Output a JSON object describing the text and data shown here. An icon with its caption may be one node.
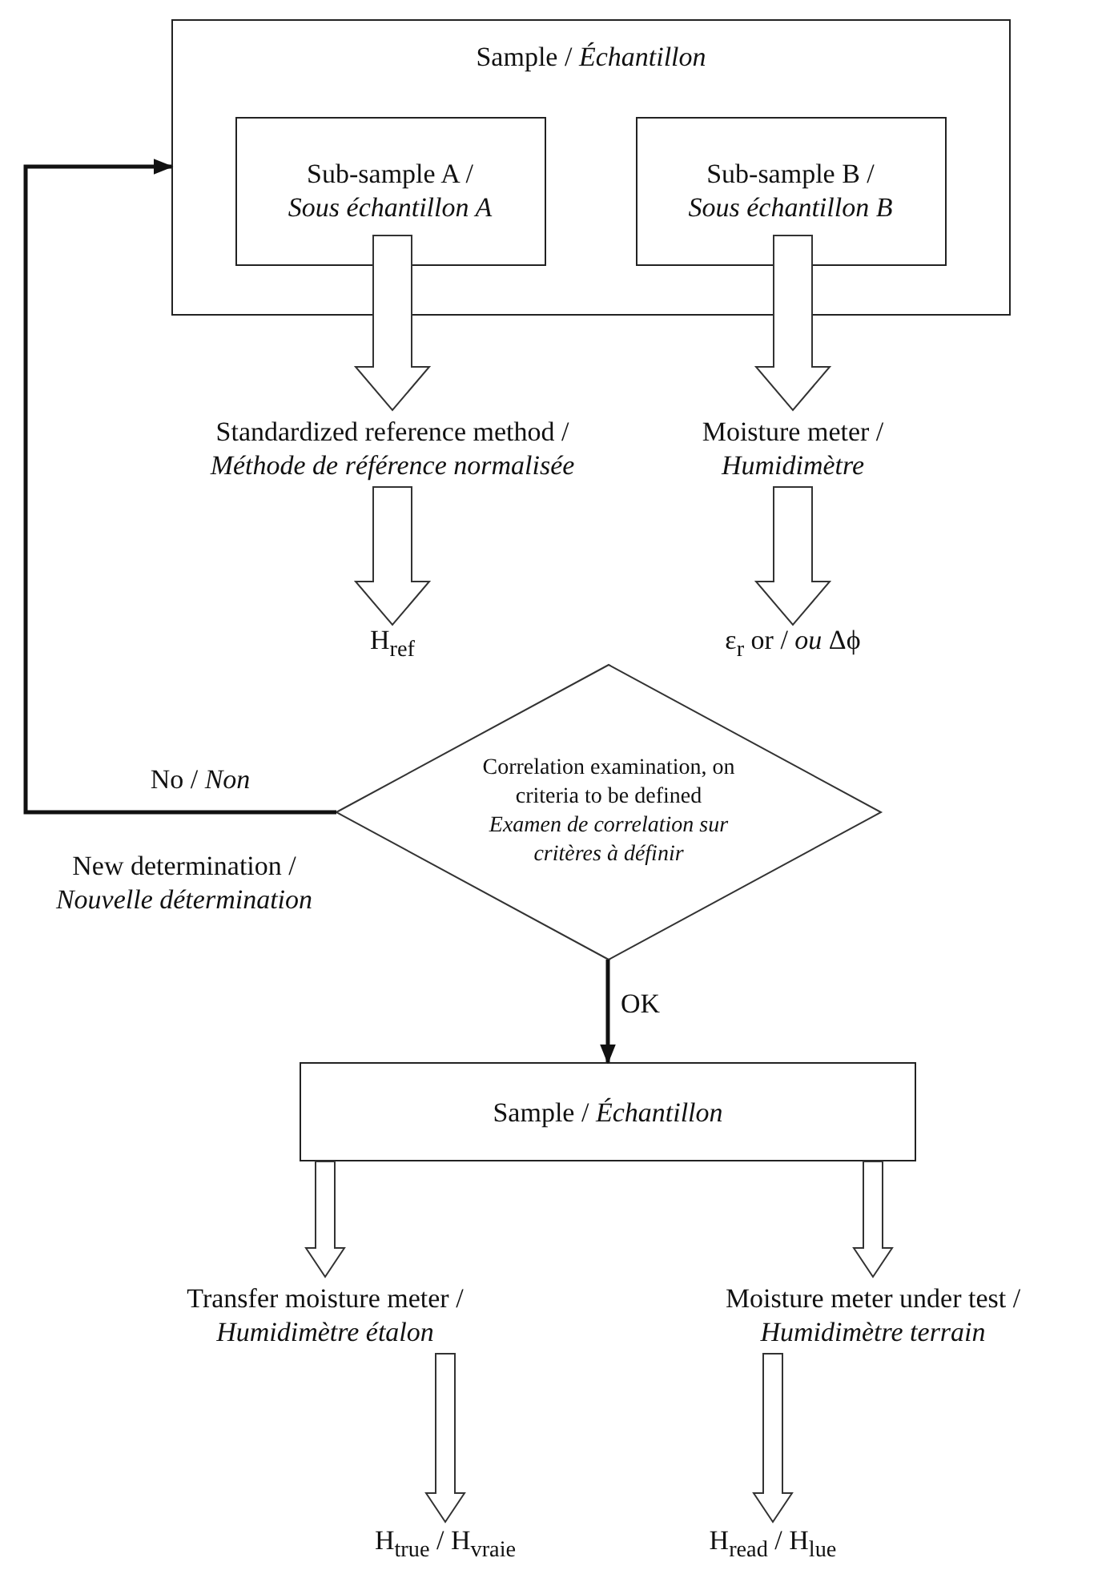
{
  "diagram": {
    "nodes": [
      {
        "text": [
          "Sample  / *Échantillon*"
        ]
      },
      {
        "text": [
          "Sub-sample A / *Sous échantillon A*"
        ],
        "in": 0
      },
      {
        "text": [
          "Sub-sample B / *Sous échantillon B*"
        ],
        "in": 0
      },
      {
        "text": [
          "Standardized reference method / *Méthode de référence normalisée*"
        ]
      },
      {
        "text": [
          "Moisture meter / *Humidimètre*"
        ]
      },
      {
        "text": [
          "H$_{ref}$"
        ]
      },
      {
        "text": [
          "ε$_{r}$ or / *ou* Δϕ"
        ]
      },
      {
        "text": [
          "Correlation examination, on criteria to be defined *Examen de correlation sur critères à définir*"
        ]
      },
      {
        "text": [
          "Sample  / *Échantillon*"
        ]
      },
      {
        "text": [
          "Transfer moisture meter / *Humidimètre étalon*"
        ]
      },
      {
        "text": [
          "Moisture meter under test / *Humidimètre terrain*"
        ]
      },
      {
        "text": [
          "H$_{true}$ / H$_{vraie}$"
        ]
      },
      {
        "text": [
          "H$_{read}$ / H$_{lue}$"
        ]
      }
    ],
    "edges": [
      {
        "from": 1,
        "to": 3,
        "arrow": "to"
      },
      {
        "from": 2,
        "to": 4,
        "arrow": "to"
      },
      {
        "from": 3,
        "to": 5,
        "arrow": "to"
      },
      {
        "from": 4,
        "to": 6,
        "arrow": "to"
      },
      {
        "from": 7,
        "to": 0,
        "arrow": "to",
        "label": "No / *Non*"
      },
      {
        "from": 7,
        "to": 8,
        "arrow": "to",
        "label": "OK"
      },
      {
        "from": 8,
        "to": 9,
        "arrow": "to"
      },
      {
        "from": 8,
        "to": 10,
        "arrow": "to"
      },
      {
        "from": 9,
        "to": 11,
        "arrow": "to"
      },
      {
        "from": 10,
        "to": 12,
        "arrow": "to"
      }
    ],
    "labels": [
      "New determination / *Nouvelle détermination*"
    ]
  }
}
